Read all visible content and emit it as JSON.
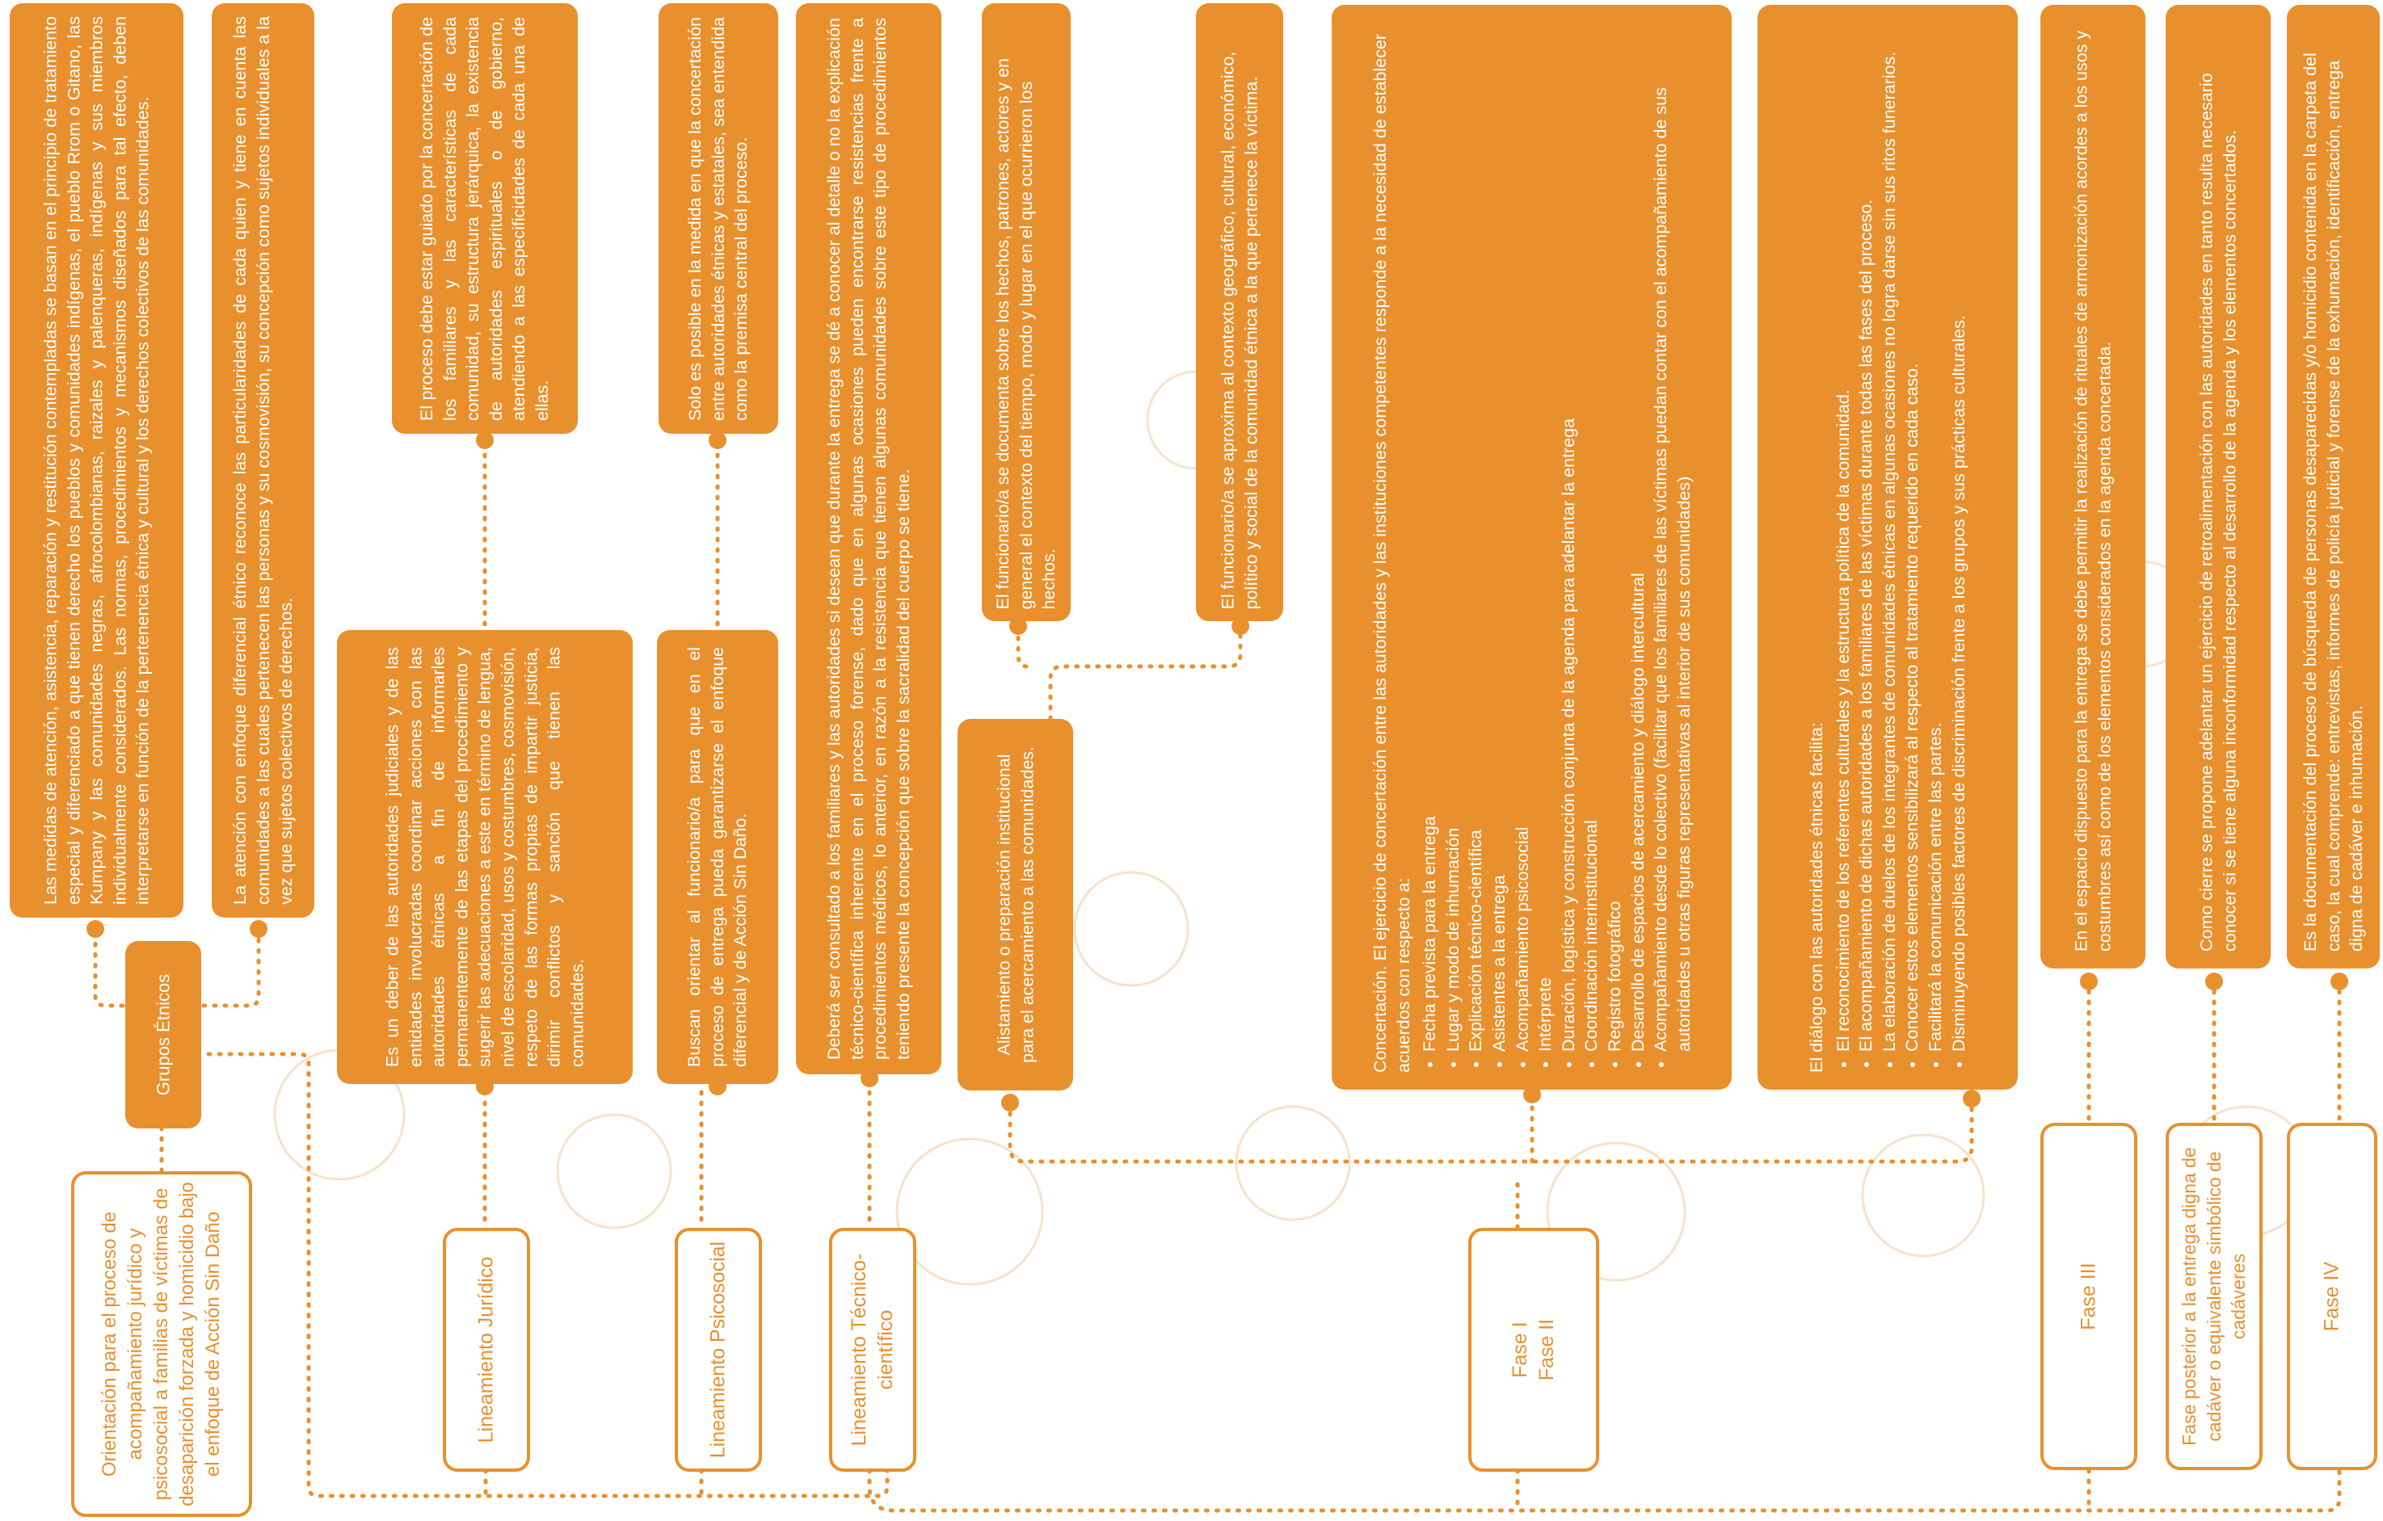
{
  "accent_color": "#E8902E",
  "root": "Orientación para el proceso de acompañamiento jurídico y psicosocial a familias de víctimas de desaparición forzada y homicidio bajo el enfoque de Acción Sin Daño",
  "groups_label": "Grupos Étnicos",
  "ethnic_text_1": "Las medidas de atención, asistencia, reparación y restitución contempladas se basan en el principio de tratamiento especial y diferenciado a que tienen derecho los pueblos y comunidades indígenas, el pueblo Rrom o Gitano, las Kumpany y las comunidades negras, afrocolombianas, raizales y palenqueras, indígenas y sus miembros individualmente considerados. Las normas, procedimientos y mecanismos diseñados para tal efecto, deben interpretarse en función de la pertenencia étnica y cultural y los derechos colectivos de las comunidades.",
  "ethnic_text_2": "La atención con enfoque diferencial étnico reconoce las particularidades de cada quien y tiene en cuenta las comunidades a las cuales pertenecen las personas y su cosmovisión, su concepción como sujetos individuales a la vez que sujetos colectivos de derechos.",
  "juridico": {
    "label": "Lineamiento Jurídico",
    "text_lower": "Es un deber de las autoridades judiciales y de las entidades involucradas coordinar acciones con las autoridades étnicas a fin de informarles permanentemente de las etapas del procedimiento y sugerir las adecuaciones a este en término de lengua, nivel de escolaridad, usos y costumbres, cosmovisión, respeto de las formas propias de impartir justicia, dirimir conflictos y sanción que tienen las comunidades.",
    "text_upper": "El proceso debe estar guiado por la concertación de los familiares y las características de cada comunidad, su estructura jerárquica, la existencia de autoridades espirituales o de gobierno, atendiendo a las especificidades de cada una de ellas."
  },
  "psicosocial": {
    "label": "Lineamiento Psicosocial",
    "text_lower": "Buscan orientar al funcionario/a para que en el proceso de entrega pueda garantizarse el enfoque diferencial y de Acción Sin Daño.",
    "text_upper": "Solo es posible en la medida en que la concertación entre autoridades étnicas y estatales, sea entendida como la premisa central del proceso."
  },
  "tecnico": {
    "label": "Lineamiento Técnico-científico",
    "text": "Deberá ser consultado a los familiares y las autoridades si desean que durante la entrega se dé a conocer al detalle o no la explicación técnico-científica inherente en el proceso forense, dado que en algunas ocasiones pueden encontrarse resistencias frente a procedimientos médicos, lo anterior, en razón a la resistencia que tienen algunas comunidades sobre este tipo de procedimientos teniendo presente la concepción que sobre la sacralidad del cuerpo se tiene."
  },
  "alistamiento": {
    "label": "Alistamiento o preparación institucional para el acercamiento a las comunidades.",
    "text_a": "El funcionario/a se documenta sobre los hechos, patrones, actores y en general el contexto del tiempo, modo y lugar en el que ocurrieron los hechos.",
    "text_b": "El funcionario/a se aproxima al contexto geográfico, cultural, económico, político y social de la comunidad étnica a la que pertenece la víctima."
  },
  "fase12": {
    "label_1": "Fase I",
    "label_2": "Fase II",
    "concert_intro": "Concertación. El ejercicio de concertación entre las autoridades y las instituciones competentes responde a la necesidad de establecer acuerdos con respecto a:",
    "concert_items": [
      "Fecha prevista para la entrega",
      "Lugar y modo de inhumación",
      "Explicación técnico-científica",
      "Asistentes a la entrega",
      "Acompañamiento psicosocial",
      "Intérprete",
      "Duración, logística y construcción conjunta de la agenda para adelantar la entrega",
      "Coordinación interinstitucional",
      "Registro fotográfico",
      "Desarrollo de espacios de acercamiento y diálogo intercultural",
      "Acompañamiento desde lo colectivo (facilitar que los familiares de las víctimas puedan contar con el acompañamiento de sus autoridades u otras figuras representativas al interior de sus comunidades)"
    ],
    "dialogo_intro": "El diálogo con las autoridades étnicas facilita:",
    "dialogo_items": [
      "El reconocimiento de los referentes culturales y la estructura política de la comunidad.",
      "El acompañamiento de dichas autoridades a los familiares de las víctimas durante todas las fases del proceso.",
      "La elaboración de duelos de los integrantes de comunidades étnicas en algunas ocasiones no logra darse sin sus ritos funerarios.",
      "Conocer estos elementos sensibilizará al respecto al tratamiento requerido en cada caso.",
      "Facilitará la comunicación entre las partes.",
      "Disminuyendo posibles factores de discriminación frente a los grupos y sus prácticas culturales."
    ]
  },
  "fase3": {
    "label": "Fase III",
    "text": "En el espacio dispuesto para la entrega se debe permitir la realización de rituales de armonización acordes a los usos y costumbres así como de los elementos considerados en la agenda concertada."
  },
  "fase_post": {
    "label": "Fase posterior a la entrega digna de cadáver o equivalente simbólico de cadáveres",
    "text": "Como cierre se propone adelantar un ejercicio de retroalimentación con las autoridades en tanto resulta necesario conocer si se tiene alguna inconformidad respecto al desarrollo de la agenda y los elementos concertados."
  },
  "fase4": {
    "label": "Fase IV",
    "text": "Es la documentación del proceso de búsqueda de personas desaparecidas y/o homicidio contenida en la carpeta del caso, la cual comprende: entrevistas, informes de policía judicial y forense de la exhumación, identificación, entrega digna de cadáver e inhumación."
  }
}
